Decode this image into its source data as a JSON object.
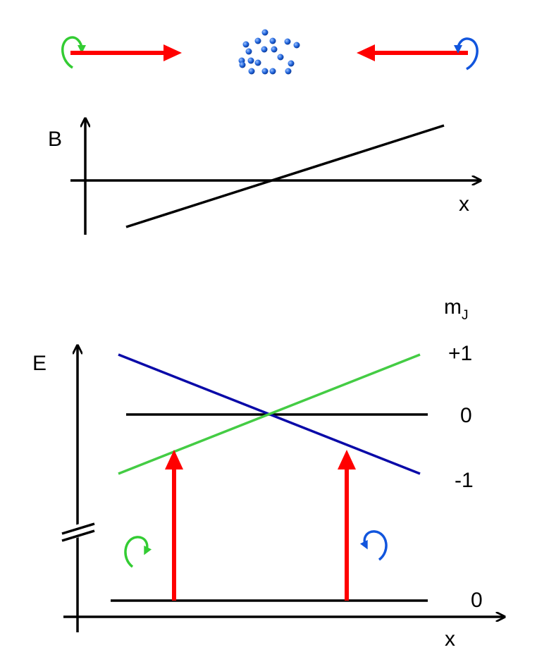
{
  "top_panel": {
    "beam_colors": {
      "arrow": "#ff0000",
      "sigma_plus": "#33cc33",
      "sigma_minus": "#1155dd",
      "atoms": "#2266dd"
    },
    "left_polarization_icon": "circular-arrow-green",
    "right_polarization_icon": "circular-arrow-blue",
    "atom_cloud_icon": "atom-cloud"
  },
  "field_plot": {
    "y_label": "B",
    "x_label": "x",
    "line_color": "#000000"
  },
  "energy_plot": {
    "y_label": "E",
    "x_label": "x",
    "mj_header_main": "m",
    "mj_header_sub": "J",
    "level_labels": {
      "plus_one": "+1",
      "zero_excited": "0",
      "minus_one": "-1",
      "ground": "0"
    },
    "colors": {
      "plus_one_line": "#44cc44",
      "minus_one_line": "#0a0aa8",
      "zero_line": "#000000",
      "transition_arrow": "#ff0000"
    },
    "axis_break_icon": "axis-break",
    "left_polarization_icon": "circular-arrow-green",
    "right_polarization_icon": "circular-arrow-blue"
  }
}
